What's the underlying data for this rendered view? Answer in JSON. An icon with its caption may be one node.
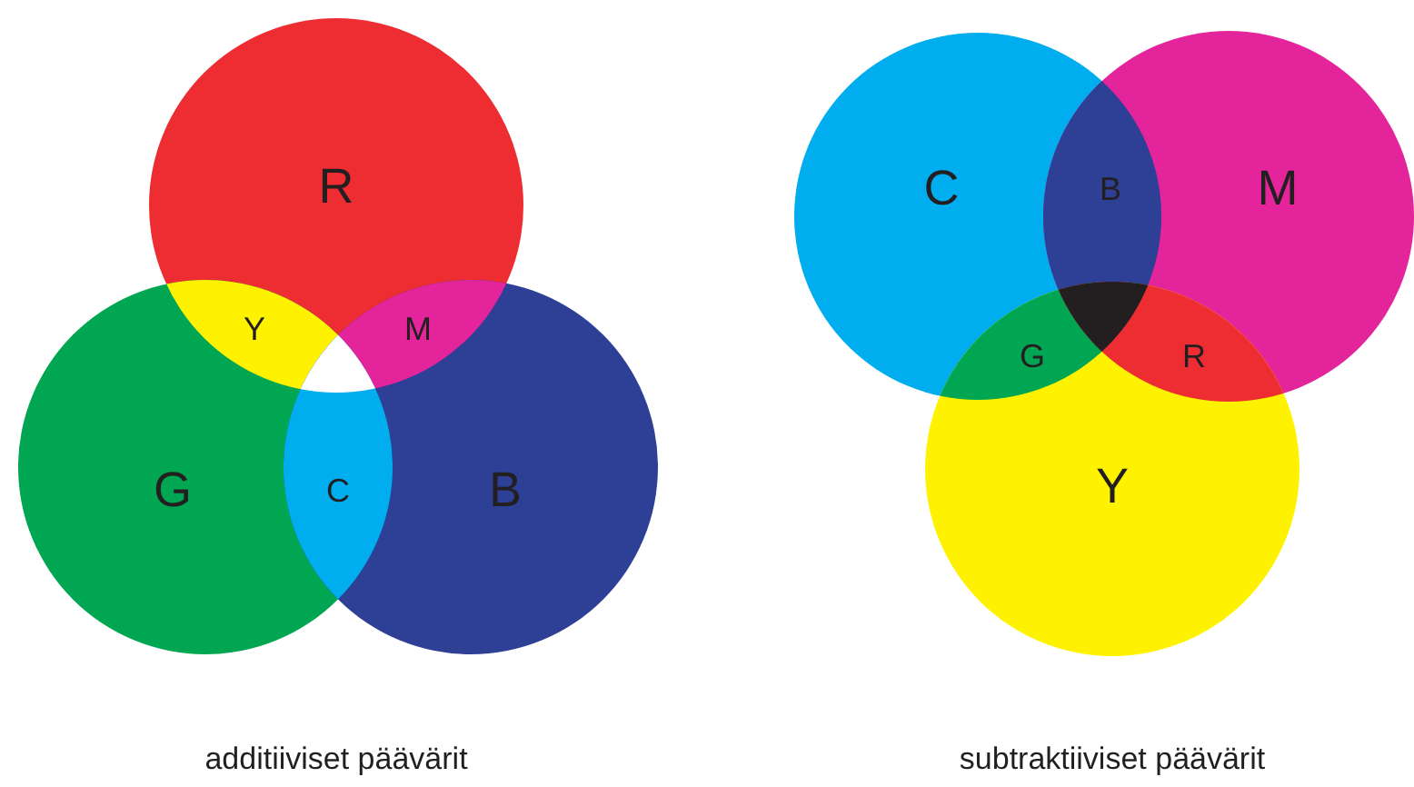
{
  "diagram": {
    "nodes": [
      {
        "text": [
          "R"
        ]
      },
      {
        "text": [
          "G"
        ]
      },
      {
        "text": [
          "B"
        ]
      },
      {
        "text": [
          "Y"
        ]
      },
      {
        "text": [
          "M"
        ]
      },
      {
        "text": [
          "C"
        ]
      },
      {
        "text": [
          "C"
        ]
      },
      {
        "text": [
          "M"
        ]
      },
      {
        "text": [
          "Y"
        ]
      },
      {
        "text": [
          "B"
        ]
      },
      {
        "text": [
          "G"
        ]
      },
      {
        "text": [
          "R"
        ]
      }
    ],
    "labels": [
      "additiiviset päävärit",
      "subtraktiiviset päävärit"
    ]
  }
}
